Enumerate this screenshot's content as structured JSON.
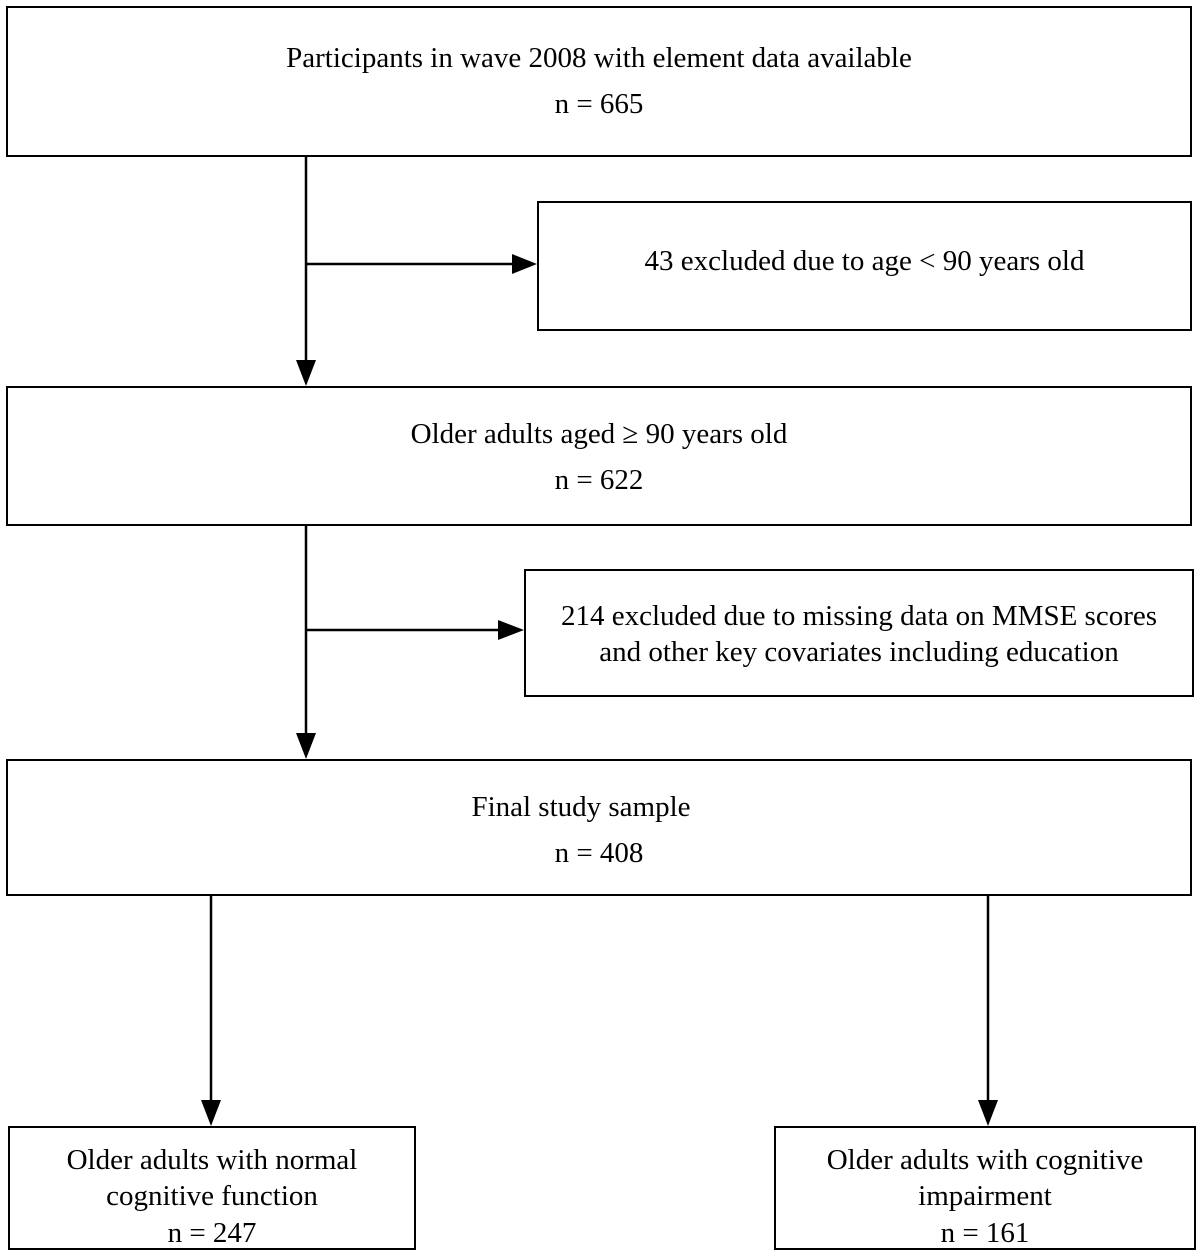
{
  "nodes": {
    "participants": {
      "title": "Participants  in wave 2008 with element data available",
      "count": "n = 665"
    },
    "excluded_age": {
      "text": "43 excluded due to age < 90 years old"
    },
    "aged_90": {
      "title": "Older adults aged ≥ 90 years old",
      "count": "n = 622"
    },
    "excluded_missing": {
      "line1": "214 excluded due to missing data on MMSE scores",
      "line2": "and other key covariates including education"
    },
    "final_sample": {
      "title": "Final study sample",
      "count": "n = 408"
    },
    "normal": {
      "line1": "Older adults with normal",
      "line2": "cognitive function",
      "count": "n = 247"
    },
    "impaired": {
      "line1": "Older adults with cognitive",
      "line2": "impairment",
      "count": "n = 161"
    }
  },
  "colors": {
    "stroke": "#000000",
    "background": "#ffffff",
    "text": "#000000"
  }
}
